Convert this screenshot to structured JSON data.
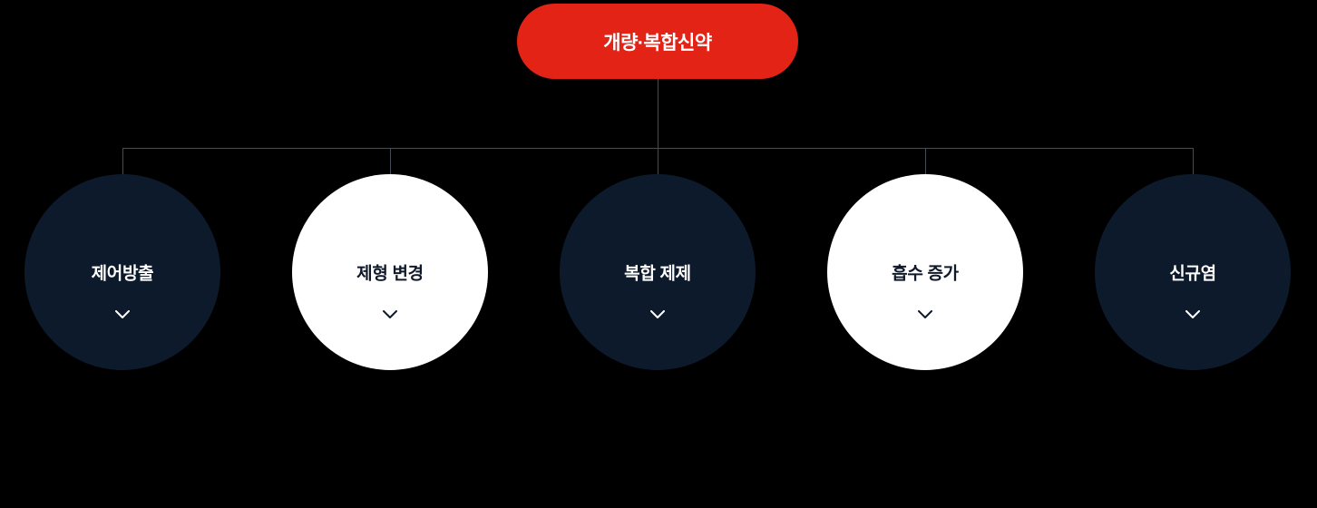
{
  "diagram": {
    "root": {
      "label": "개량·복합신약"
    },
    "nodes": [
      {
        "label": "제어방출",
        "variant": "dark"
      },
      {
        "label": "제형 변경",
        "variant": "light"
      },
      {
        "label": "복합 제제",
        "variant": "dark"
      },
      {
        "label": "흡수 증가",
        "variant": "light"
      },
      {
        "label": "신규염",
        "variant": "dark"
      }
    ]
  },
  "icons": {
    "expand": "chevron-down"
  },
  "colors": {
    "background": "#000000",
    "root_pill": "#e42317",
    "root_text": "#ffffff",
    "dark_circle": "#0d1a2b",
    "dark_text": "#ffffff",
    "light_circle": "#ffffff",
    "light_text": "#10192a",
    "connector": "#464c57"
  }
}
